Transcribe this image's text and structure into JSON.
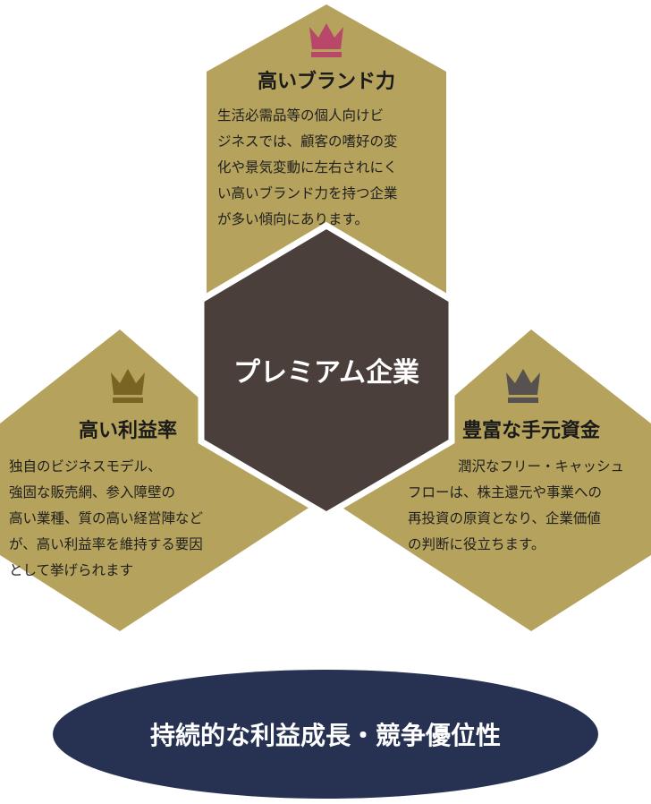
{
  "colors": {
    "gold": "#b5a25c",
    "center": "#4a3f3b",
    "ellipse": "#273253",
    "crown_top": "#b8476a",
    "crown_left": "#7a6423",
    "crown_right": "#57524f"
  },
  "center": {
    "label": "プレミアム企業"
  },
  "top": {
    "icon": "crown-icon",
    "title": "高いブランド力",
    "lines": [
      "生活必需品等の個人向けビ",
      "ジネスでは、顧客の嗜好の変",
      "化や景気変動に左右されにく",
      "い高いブランド力を持つ企業",
      "が多い傾向にあります。"
    ]
  },
  "left": {
    "icon": "crown-icon",
    "title": "高い利益率",
    "lines": [
      "独自のビジネスモデル、",
      "強固な販売網、参入障壁の",
      "高い業種、質の高い経営陣など",
      "が、高い利益率を維持する要因",
      "として挙げられます"
    ]
  },
  "right": {
    "icon": "crown-icon",
    "title": "豊富な手元資金",
    "lines": [
      "潤沢なフリー・キャッシュ",
      "フローは、株主還元や事業への",
      "再投資の原資となり、企業価値",
      "の判断に役立ちます。"
    ]
  },
  "bottom": {
    "label": "持続的な利益成長・競争優位性"
  }
}
